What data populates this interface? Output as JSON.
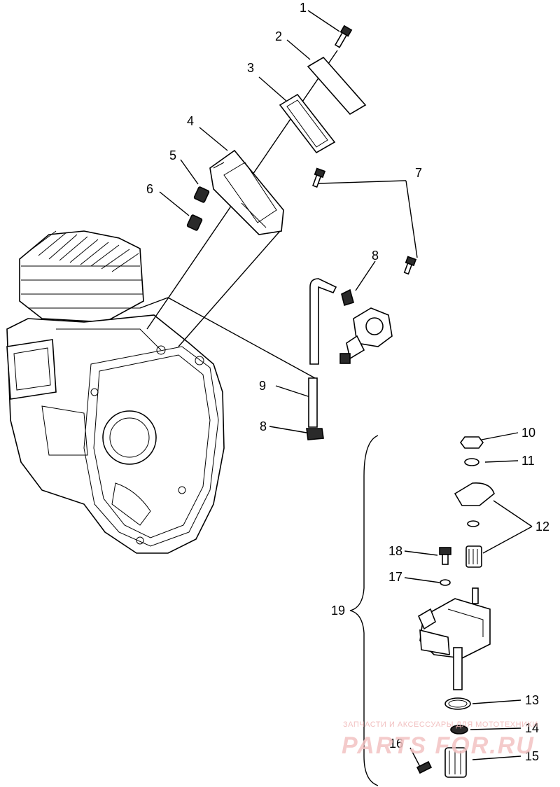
{
  "callouts": {
    "c1": "1",
    "c2": "2",
    "c3": "3",
    "c4": "4",
    "c5": "5",
    "c6": "6",
    "c7": "7",
    "c8a": "8",
    "c9": "9",
    "c8b": "8",
    "c10": "10",
    "c11": "11",
    "c12": "12",
    "c18": "18",
    "c17": "17",
    "c19": "19",
    "c13": "13",
    "c14": "14",
    "c16": "16",
    "c15": "15"
  },
  "watermark": {
    "caption": "ЗАПЧАСТИ И АКСЕССУАРЫ ДЛЯ МОТОТЕХНИКИ",
    "logo": "PARTS FOR.RU"
  }
}
